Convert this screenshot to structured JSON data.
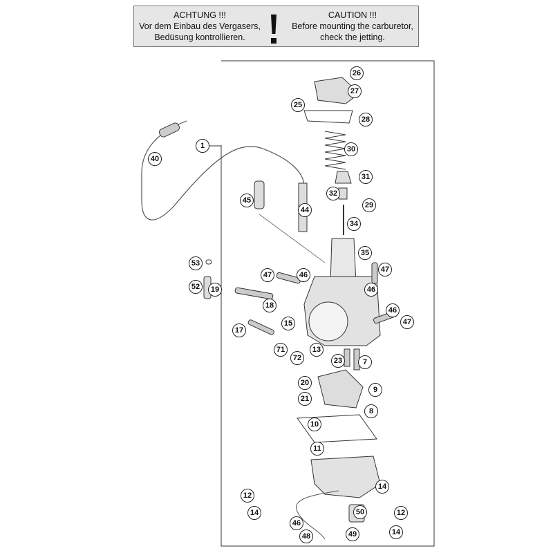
{
  "banner": {
    "de_title": "ACHTUNG !!!",
    "de_line1": "Vor dem Einbau des Vergasers,",
    "de_line2": "Bedüsung kontrollieren.",
    "en_title": "CAUTION !!!",
    "en_line1": "Before mounting the carburetor,",
    "en_line2": "check the jetting.",
    "icon": "exclamation-icon"
  },
  "callouts": [
    "26",
    "27",
    "25",
    "28",
    "1",
    "40",
    "30",
    "31",
    "45",
    "44",
    "32",
    "29",
    "34",
    "35",
    "53",
    "47",
    "46",
    "47",
    "52",
    "46",
    "19",
    "18",
    "46",
    "47",
    "15",
    "17",
    "71",
    "13",
    "72",
    "23",
    "7",
    "20",
    "9",
    "21",
    "8",
    "10",
    "11",
    "14",
    "12",
    "14",
    "50",
    "12",
    "46",
    "49",
    "48",
    "14"
  ]
}
